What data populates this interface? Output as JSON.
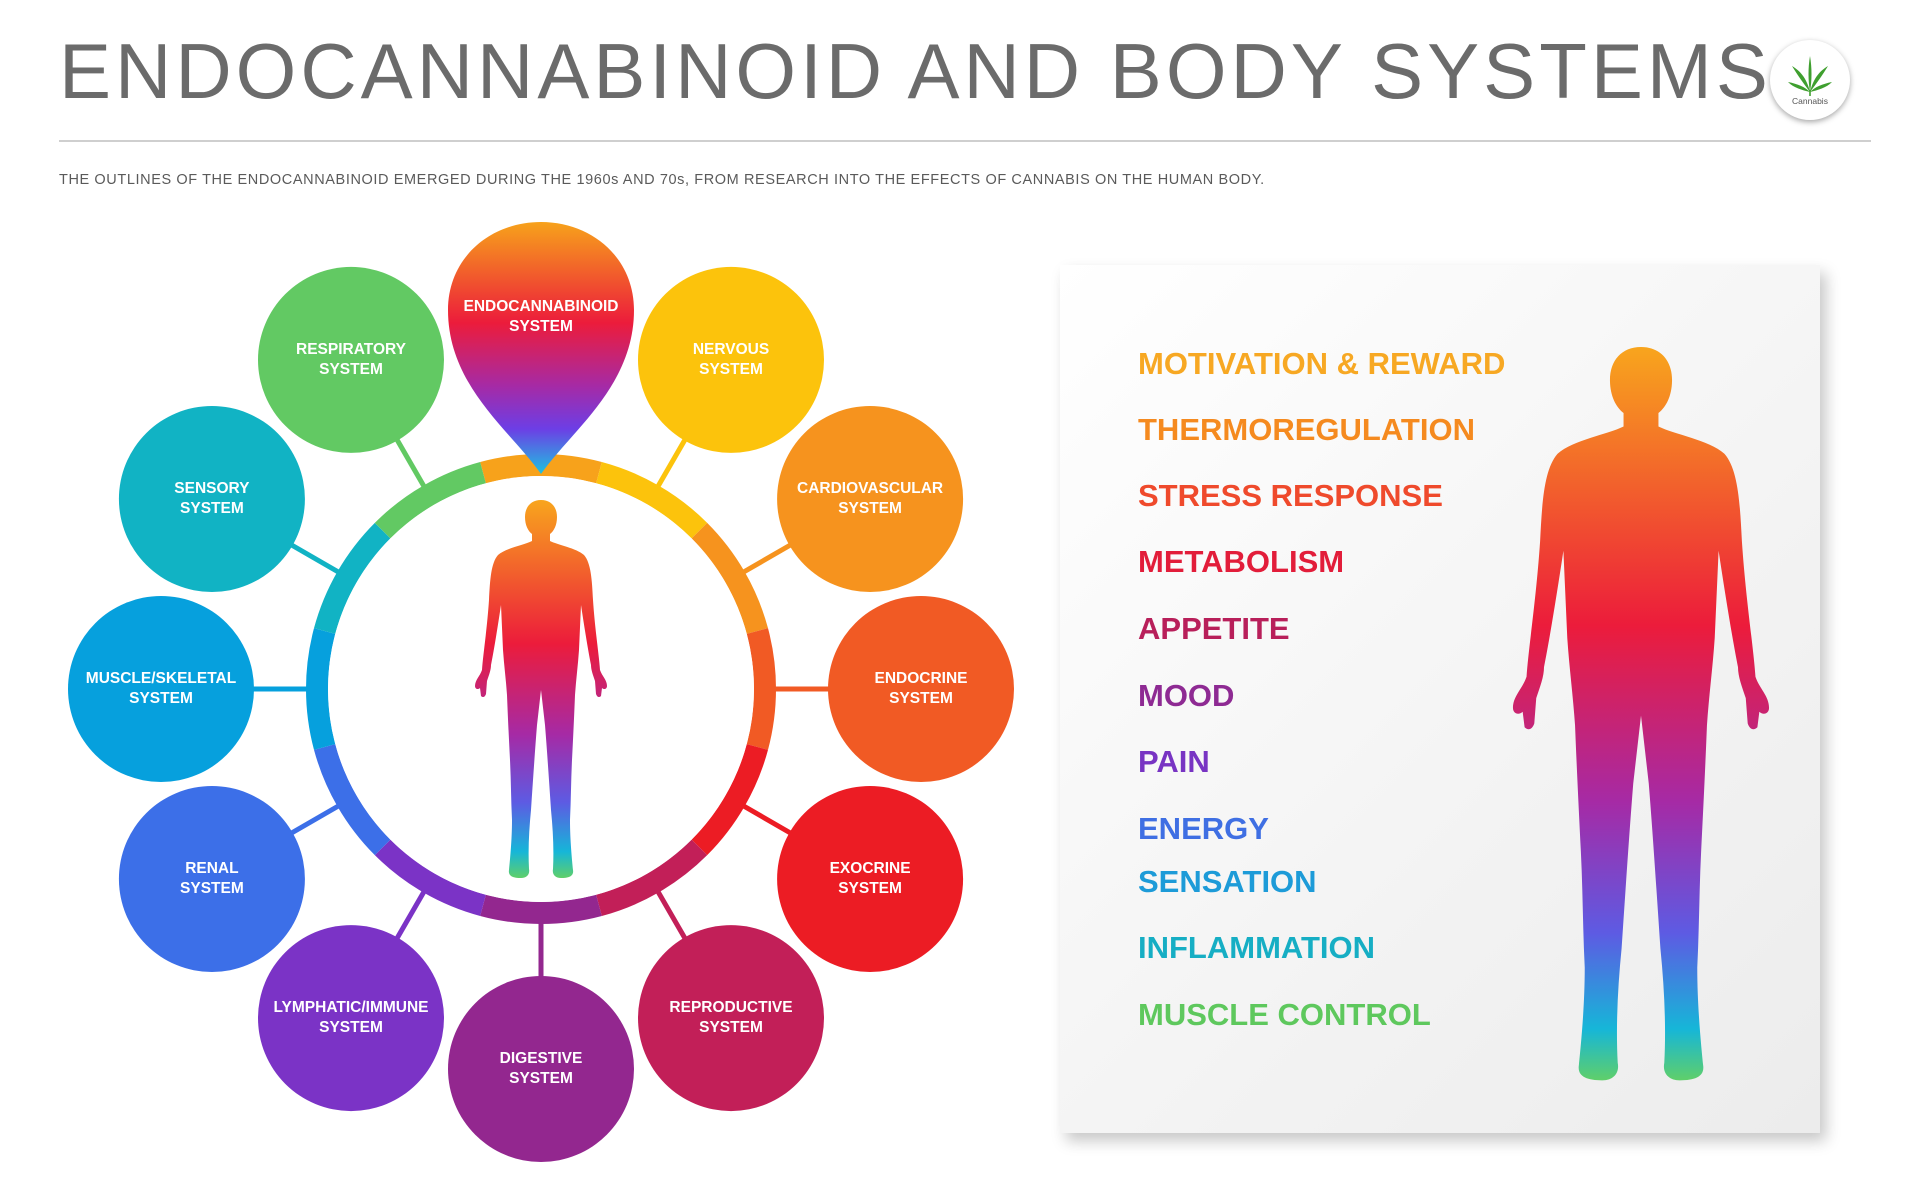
{
  "header": {
    "title": "ENDOCANNABINOID AND BODY SYSTEMS",
    "subtitle": "THE OUTLINES OF THE ENDOCANNABINOID EMERGED DURING THE 1960s AND 70s, FROM RESEARCH INTO THE EFFECTS OF CANNABIS ON THE HUMAN BODY.",
    "logo_text": "Cannabis"
  },
  "center": {
    "label": "ENDOCANNABINOID\nSYSTEM",
    "gradient": [
      "#f7a21b",
      "#ec1c3b",
      "#a62aa5",
      "#6d3ee5",
      "#1ec2e0"
    ]
  },
  "systems": [
    {
      "label": "NERVOUS\nSYSTEM",
      "color": "#fcc30c"
    },
    {
      "label": "CARDIOVASCULAR\nSYSTEM",
      "color": "#f6931e"
    },
    {
      "label": "ENDOCRINE\nSYSTEM",
      "color": "#f15a24"
    },
    {
      "label": "EXOCRINE\nSYSTEM",
      "color": "#ec1c24"
    },
    {
      "label": "REPRODUCTIVE\nSYSTEM",
      "color": "#c21f58"
    },
    {
      "label": "DIGESTIVE\nSYSTEM",
      "color": "#93278f"
    },
    {
      "label": "LYMPHATIC/IMMUNE\nSYSTEM",
      "color": "#7b33c6"
    },
    {
      "label": "RENAL\nSYSTEM",
      "color": "#3c6fe8"
    },
    {
      "label": "MUSCLE/SKELETAL\nSYSTEM",
      "color": "#06a0dd"
    },
    {
      "label": "SENSORY\nSYSTEM",
      "color": "#11b3c4"
    },
    {
      "label": "RESPIRATORY\nSYSTEM",
      "color": "#62c963"
    }
  ],
  "effects": [
    {
      "label": "MOTIVATION & REWARD",
      "color": "#f7a823"
    },
    {
      "label": "THERMOREGULATION",
      "color": "#f58a1f"
    },
    {
      "label": "STRESS RESPONSE",
      "color": "#ef4a2c"
    },
    {
      "label": "METABOLISM",
      "color": "#e21d3a"
    },
    {
      "label": "APPETITE",
      "color": "#b81f5a"
    },
    {
      "label": "MOOD",
      "color": "#8e2a93"
    },
    {
      "label": "PAIN",
      "color": "#7834c3"
    },
    {
      "label": "ENERGY",
      "color": "#3f6fe3"
    },
    {
      "label": "SENSATION",
      "color": "#1d9bd8"
    },
    {
      "label": "INFLAMMATION",
      "color": "#16aec4"
    },
    {
      "label": "MUSCLE CONTROL",
      "color": "#5ec85d"
    }
  ]
}
